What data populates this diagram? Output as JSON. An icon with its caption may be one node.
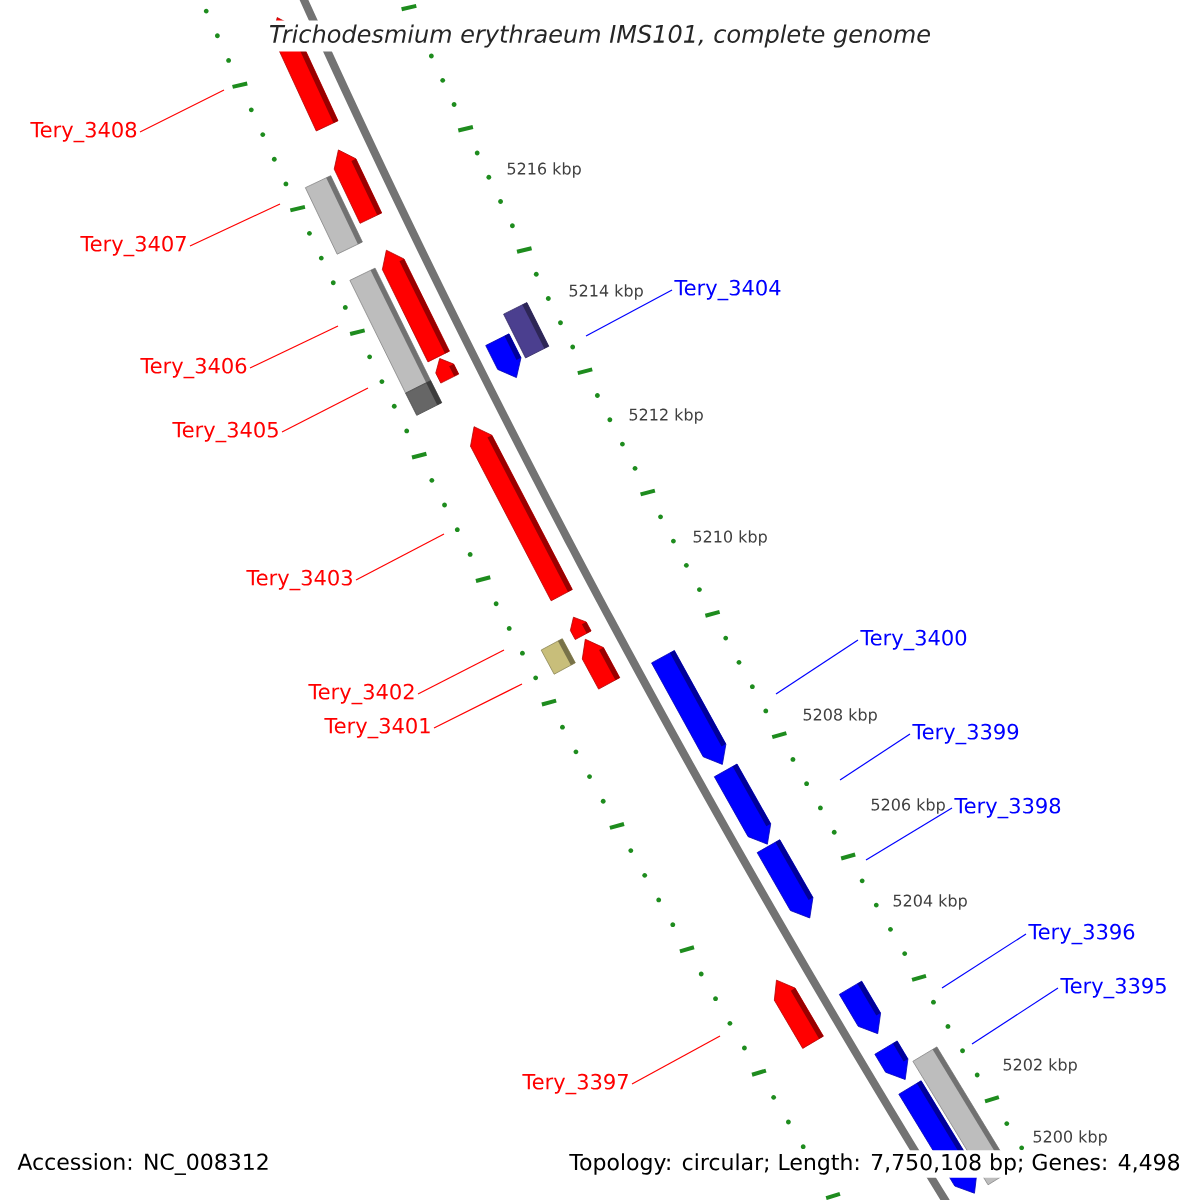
{
  "diagram": {
    "title": "Trichodesmium erythraeum IMS101, complete genome",
    "nodes": [
      {
        "text": [
          "Tery_3408"
        ]
      },
      {
        "text": [
          "Tery_3407"
        ]
      },
      {
        "text": [
          "Tery_3406"
        ]
      },
      {
        "text": [
          "Tery_3405"
        ]
      },
      {
        "text": [
          "Tery_3403"
        ]
      },
      {
        "text": [
          "Tery_3402"
        ]
      },
      {
        "text": [
          "Tery_3401"
        ]
      },
      {
        "text": [
          "Tery_3397"
        ]
      },
      {
        "text": [
          "Tery_3404"
        ]
      },
      {
        "text": [
          "Tery_3400"
        ]
      },
      {
        "text": [
          "Tery_3399"
        ]
      },
      {
        "text": [
          "Tery_3398"
        ]
      },
      {
        "text": [
          "Tery_3396"
        ]
      },
      {
        "text": [
          "Tery_3395"
        ]
      }
    ],
    "edges": [
      {
        "from": 0,
        "to": null,
        "arrow": "none",
        "color": "#ff0000"
      },
      {
        "from": 1,
        "to": null,
        "arrow": "none",
        "color": "#ff0000"
      },
      {
        "from": 2,
        "to": null,
        "arrow": "none",
        "color": "#ff0000"
      },
      {
        "from": 3,
        "to": null,
        "arrow": "none",
        "color": "#ff0000"
      },
      {
        "from": 4,
        "to": null,
        "arrow": "none",
        "color": "#ff0000"
      },
      {
        "from": 5,
        "to": null,
        "arrow": "none",
        "color": "#ff0000"
      },
      {
        "from": 6,
        "to": null,
        "arrow": "none",
        "color": "#ff0000"
      },
      {
        "from": 7,
        "to": null,
        "arrow": "none",
        "color": "#ff0000"
      },
      {
        "from": 8,
        "to": null,
        "arrow": "none",
        "color": "#0000ff"
      },
      {
        "from": 9,
        "to": null,
        "arrow": "none",
        "color": "#0000ff"
      },
      {
        "from": 10,
        "to": null,
        "arrow": "none",
        "color": "#0000ff"
      },
      {
        "from": 11,
        "to": null,
        "arrow": "none",
        "color": "#0000ff"
      },
      {
        "from": 12,
        "to": null,
        "arrow": "none",
        "color": "#0000ff"
      },
      {
        "from": 13,
        "to": null,
        "arrow": "none",
        "color": "#0000ff"
      }
    ],
    "labels": [
      "5216 kbp",
      "5214 kbp",
      "5212 kbp",
      "5210 kbp",
      "5208 kbp",
      "5206 kbp",
      "5204 kbp",
      "5202 kbp",
      "5200 kbp",
      "Accession: NC_008312",
      "Topology: circular; Length: 7,750,108 bp; Genes: 4,498"
    ]
  }
}
